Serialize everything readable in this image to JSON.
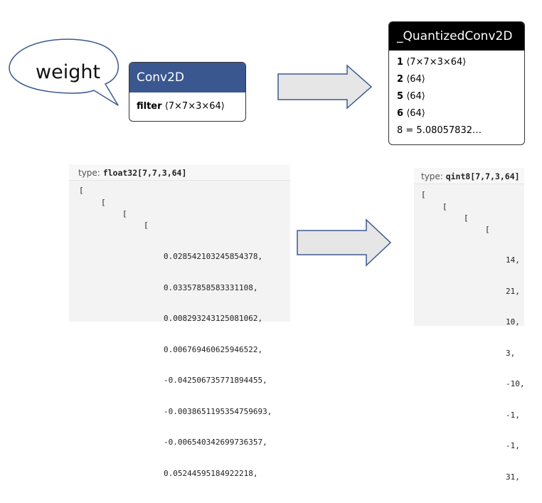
{
  "bubble": {
    "text": "weight"
  },
  "conv_node": {
    "title": "Conv2D",
    "attr_name": "filter",
    "attr_value": "⟨7×7×3×64⟩"
  },
  "quant_node": {
    "title": "_QuantizedConv2D",
    "rows": [
      {
        "name": "1",
        "value": "⟨7×7×3×64⟩"
      },
      {
        "name": "2",
        "value": "⟨64⟩"
      },
      {
        "name": "5",
        "value": "⟨64⟩"
      },
      {
        "name": "6",
        "value": "⟨64⟩"
      }
    ],
    "last_row": "8 = 5.08057832…"
  },
  "float_panel": {
    "type_label": "type:",
    "type_value": "float32[7,7,3,64]",
    "brackets": [
      "[",
      "[",
      "[",
      "["
    ],
    "values": [
      "0.028542103245854378,",
      "0.03357858583331108,",
      "0.008293243125081062,",
      "0.006769460625946522,",
      "-0.042506735771894455,",
      "-0.0038651195354759693,",
      "-0.006540342699736357,",
      "0.05244595184922218,"
    ]
  },
  "int_panel": {
    "type_label": "type:",
    "type_value": "qint8[7,7,3,64]",
    "brackets": [
      "[",
      "[",
      "[",
      "["
    ],
    "values": [
      "14,",
      "21,",
      "10,",
      "3,",
      "-10,",
      "-1,",
      "-1,",
      "31,"
    ]
  },
  "colors": {
    "conv_header": "#3a5790",
    "quant_header": "#000000",
    "arrow_fill": "#e6e6e6",
    "panel_bg": "#f3f3f3"
  }
}
